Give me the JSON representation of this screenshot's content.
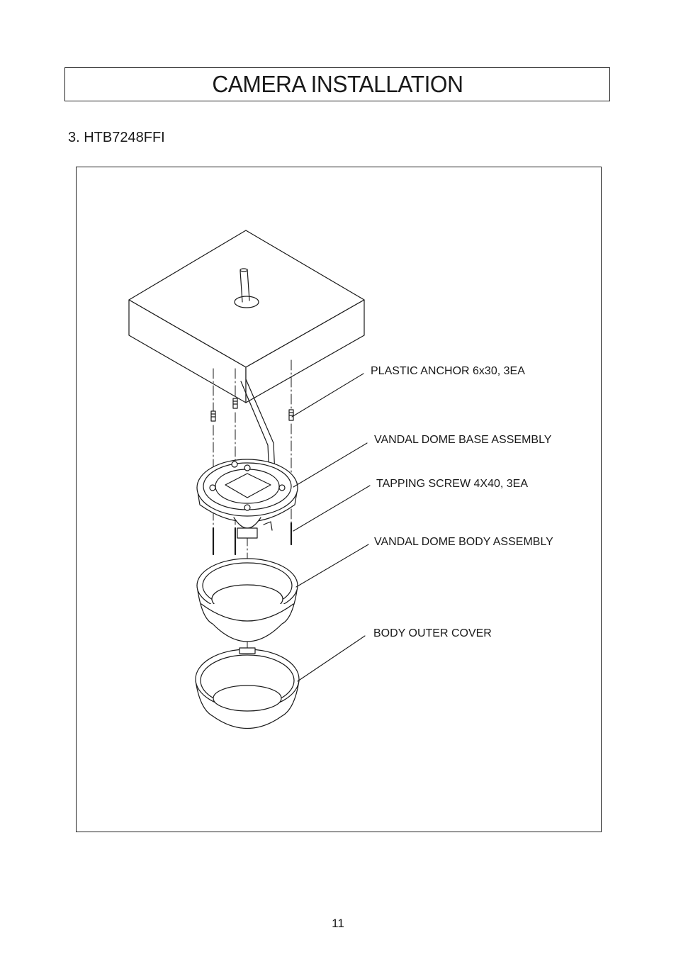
{
  "page": {
    "title": "CAMERA INSTALLATION",
    "section": "3. HTB7248FFI",
    "page_number": "11"
  },
  "callouts": [
    "PLASTIC ANCHOR 6x30, 3EA",
    "VANDAL DOME BASE ASSEMBLY",
    "TAPPING SCREW 4X40, 3EA",
    "VANDAL DOME BODY ASSEMBLY",
    "BODY OUTER COVER"
  ]
}
